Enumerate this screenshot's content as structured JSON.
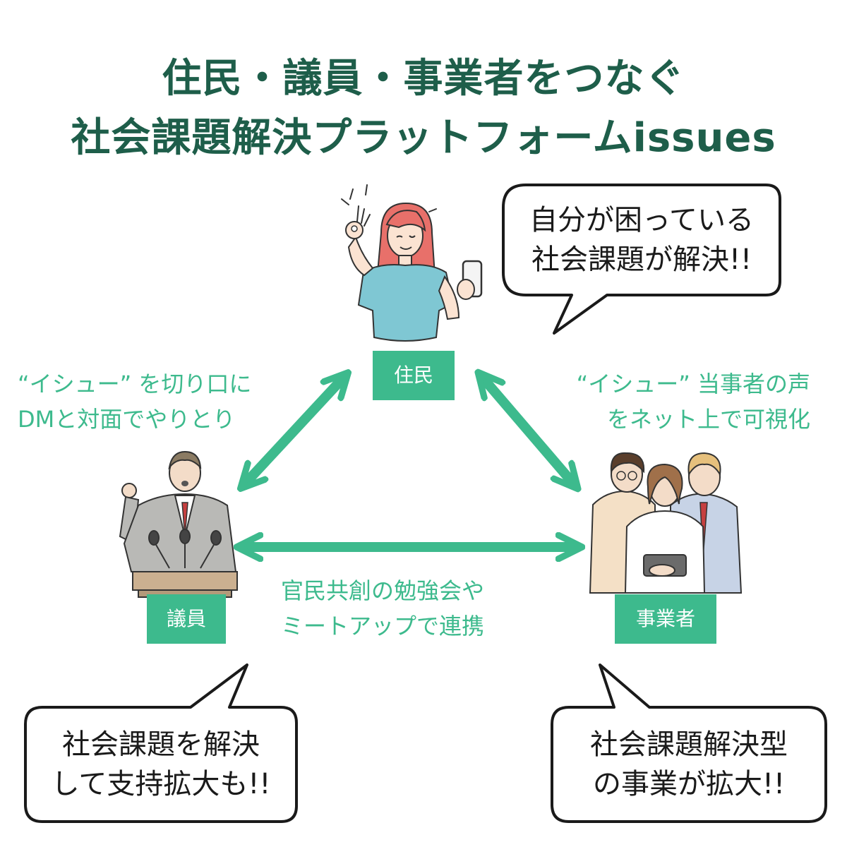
{
  "title": {
    "line1": "住民・議員・事業者をつなぐ",
    "line2": "社会課題解決プラットフォームissues"
  },
  "nodes": {
    "resident": "住民",
    "council": "議員",
    "business": "事業者"
  },
  "edges": {
    "left": {
      "line1": "“イシュー” を切り口に",
      "line2": "DMと対面でやりとり"
    },
    "right": {
      "line1": "“イシュー” 当事者の声",
      "line2": "をネット上で可視化"
    },
    "bottom": {
      "line1": "官民共創の勉強会や",
      "line2": "ミートアップで連携"
    }
  },
  "bubbles": {
    "resident": {
      "line1": "自分が困っている",
      "line2": "社会課題が解決!!"
    },
    "council": {
      "line1": "社会課題を解決",
      "line2": "して支持拡大も!!"
    },
    "business": {
      "line1": "社会課題解決型",
      "line2": "の事業が拡大!!"
    }
  },
  "colors": {
    "title": "#1e5e4a",
    "accent": "#3dba8d",
    "bubble_border": "#1a1a1a"
  }
}
